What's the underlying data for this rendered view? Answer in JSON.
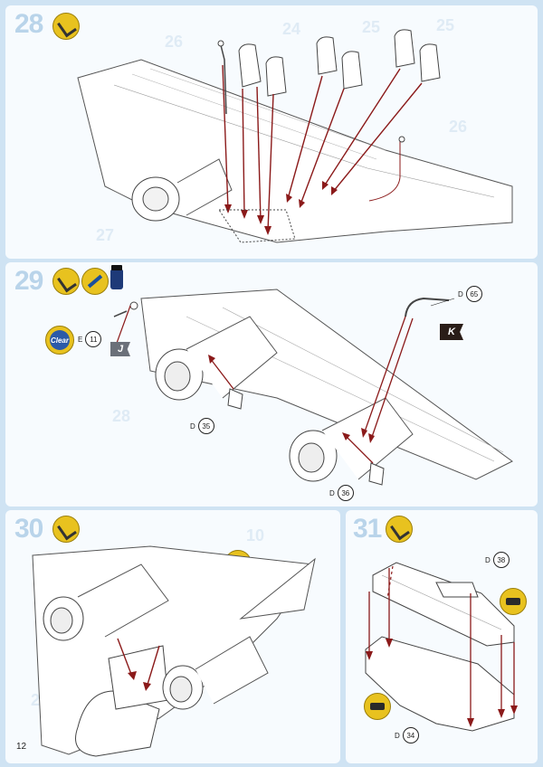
{
  "page": {
    "number": "12"
  },
  "steps": [
    {
      "number": "28",
      "ghost_labels": [
        "26",
        "24",
        "25",
        "25",
        "26",
        "27"
      ]
    },
    {
      "number": "29",
      "callouts": [
        {
          "letter": "D",
          "num": "65"
        },
        {
          "letter": "E",
          "num": "11"
        },
        {
          "letter": "D",
          "num": "35"
        },
        {
          "letter": "D",
          "num": "36"
        }
      ],
      "flags": [
        "K",
        "J"
      ],
      "clear_label": "Clear",
      "ghost_labels": [
        "28"
      ]
    },
    {
      "number": "30",
      "ghost_labels": [
        "29",
        "10"
      ]
    },
    {
      "number": "31",
      "callouts": [
        {
          "letter": "D",
          "num": "38"
        },
        {
          "letter": "D",
          "num": "34"
        }
      ]
    }
  ],
  "icons": {
    "glue": "glue-tube-icon",
    "tape": "masking-tape-icon",
    "brush": "paintbrush-icon",
    "paint": "paint-jar-icon"
  },
  "colors": {
    "background": "#cfe3f3",
    "panel": "#f7fbfe",
    "arrow": "#8b1a1a",
    "badge": "#e8c21f"
  }
}
